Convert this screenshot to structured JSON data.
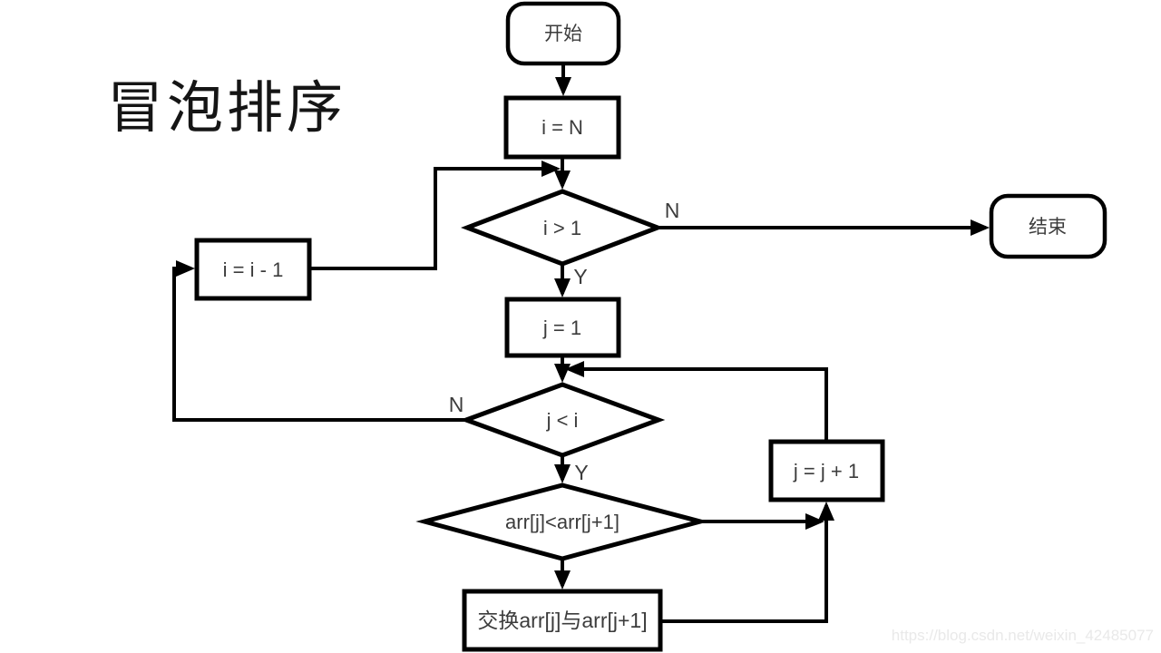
{
  "title": "冒泡排序",
  "watermark": "https://blog.csdn.net/weixin_42485077",
  "flowchart": {
    "nodes": {
      "start": {
        "label": "开始",
        "shape": "terminator"
      },
      "init_i": {
        "label": "i = N",
        "shape": "process"
      },
      "cond_i": {
        "label": "i > 1",
        "shape": "decision"
      },
      "end_node": {
        "label": "结束",
        "shape": "terminator"
      },
      "dec_i": {
        "label": "i = i - 1",
        "shape": "process"
      },
      "init_j": {
        "label": "j = 1",
        "shape": "process"
      },
      "cond_j": {
        "label": "j < i",
        "shape": "decision"
      },
      "cond_swap": {
        "label": "arr[j]<arr[j+1]",
        "shape": "decision"
      },
      "swap": {
        "label": "交换arr[j]与arr[j+1]",
        "shape": "process"
      },
      "inc_j": {
        "label": "j = j + 1",
        "shape": "process"
      }
    },
    "branch_labels": {
      "cond_i_no": "N",
      "cond_i_yes": "Y",
      "cond_j_no": "N",
      "cond_j_yes": "Y"
    },
    "colors": {
      "line": "#000000",
      "node_fill": "#ffffff",
      "node_text": "#3c3c3c",
      "title_text": "#151515",
      "watermark_text": "#e9e9e9",
      "background": "#ffffff"
    }
  }
}
